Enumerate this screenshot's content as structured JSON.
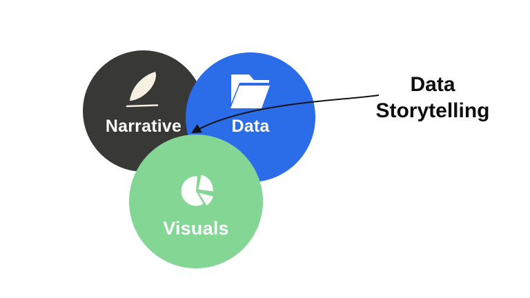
{
  "title": {
    "line1": "Data",
    "line2": "Storytelling"
  },
  "venn": {
    "circles": [
      {
        "label": "Narrative",
        "icon": "feather-icon",
        "color": "#383836",
        "text_color": "#ffffff",
        "icon_color": "#f6f0e2"
      },
      {
        "label": "Data",
        "icon": "open-folder-icon",
        "color": "#2b6ce8",
        "text_color": "#ffffff",
        "icon_color": "#ffffff"
      },
      {
        "label": "Visuals",
        "icon": "pie-chart-icon",
        "color": "#83d694",
        "text_color": "#ffffff",
        "icon_color": "#ffffff"
      }
    ],
    "annotation_arrow": {
      "color": "#111111",
      "points_to": "intersection of the three circles"
    }
  },
  "background_color": "#ffffff",
  "title_color": "#0d0d0d"
}
